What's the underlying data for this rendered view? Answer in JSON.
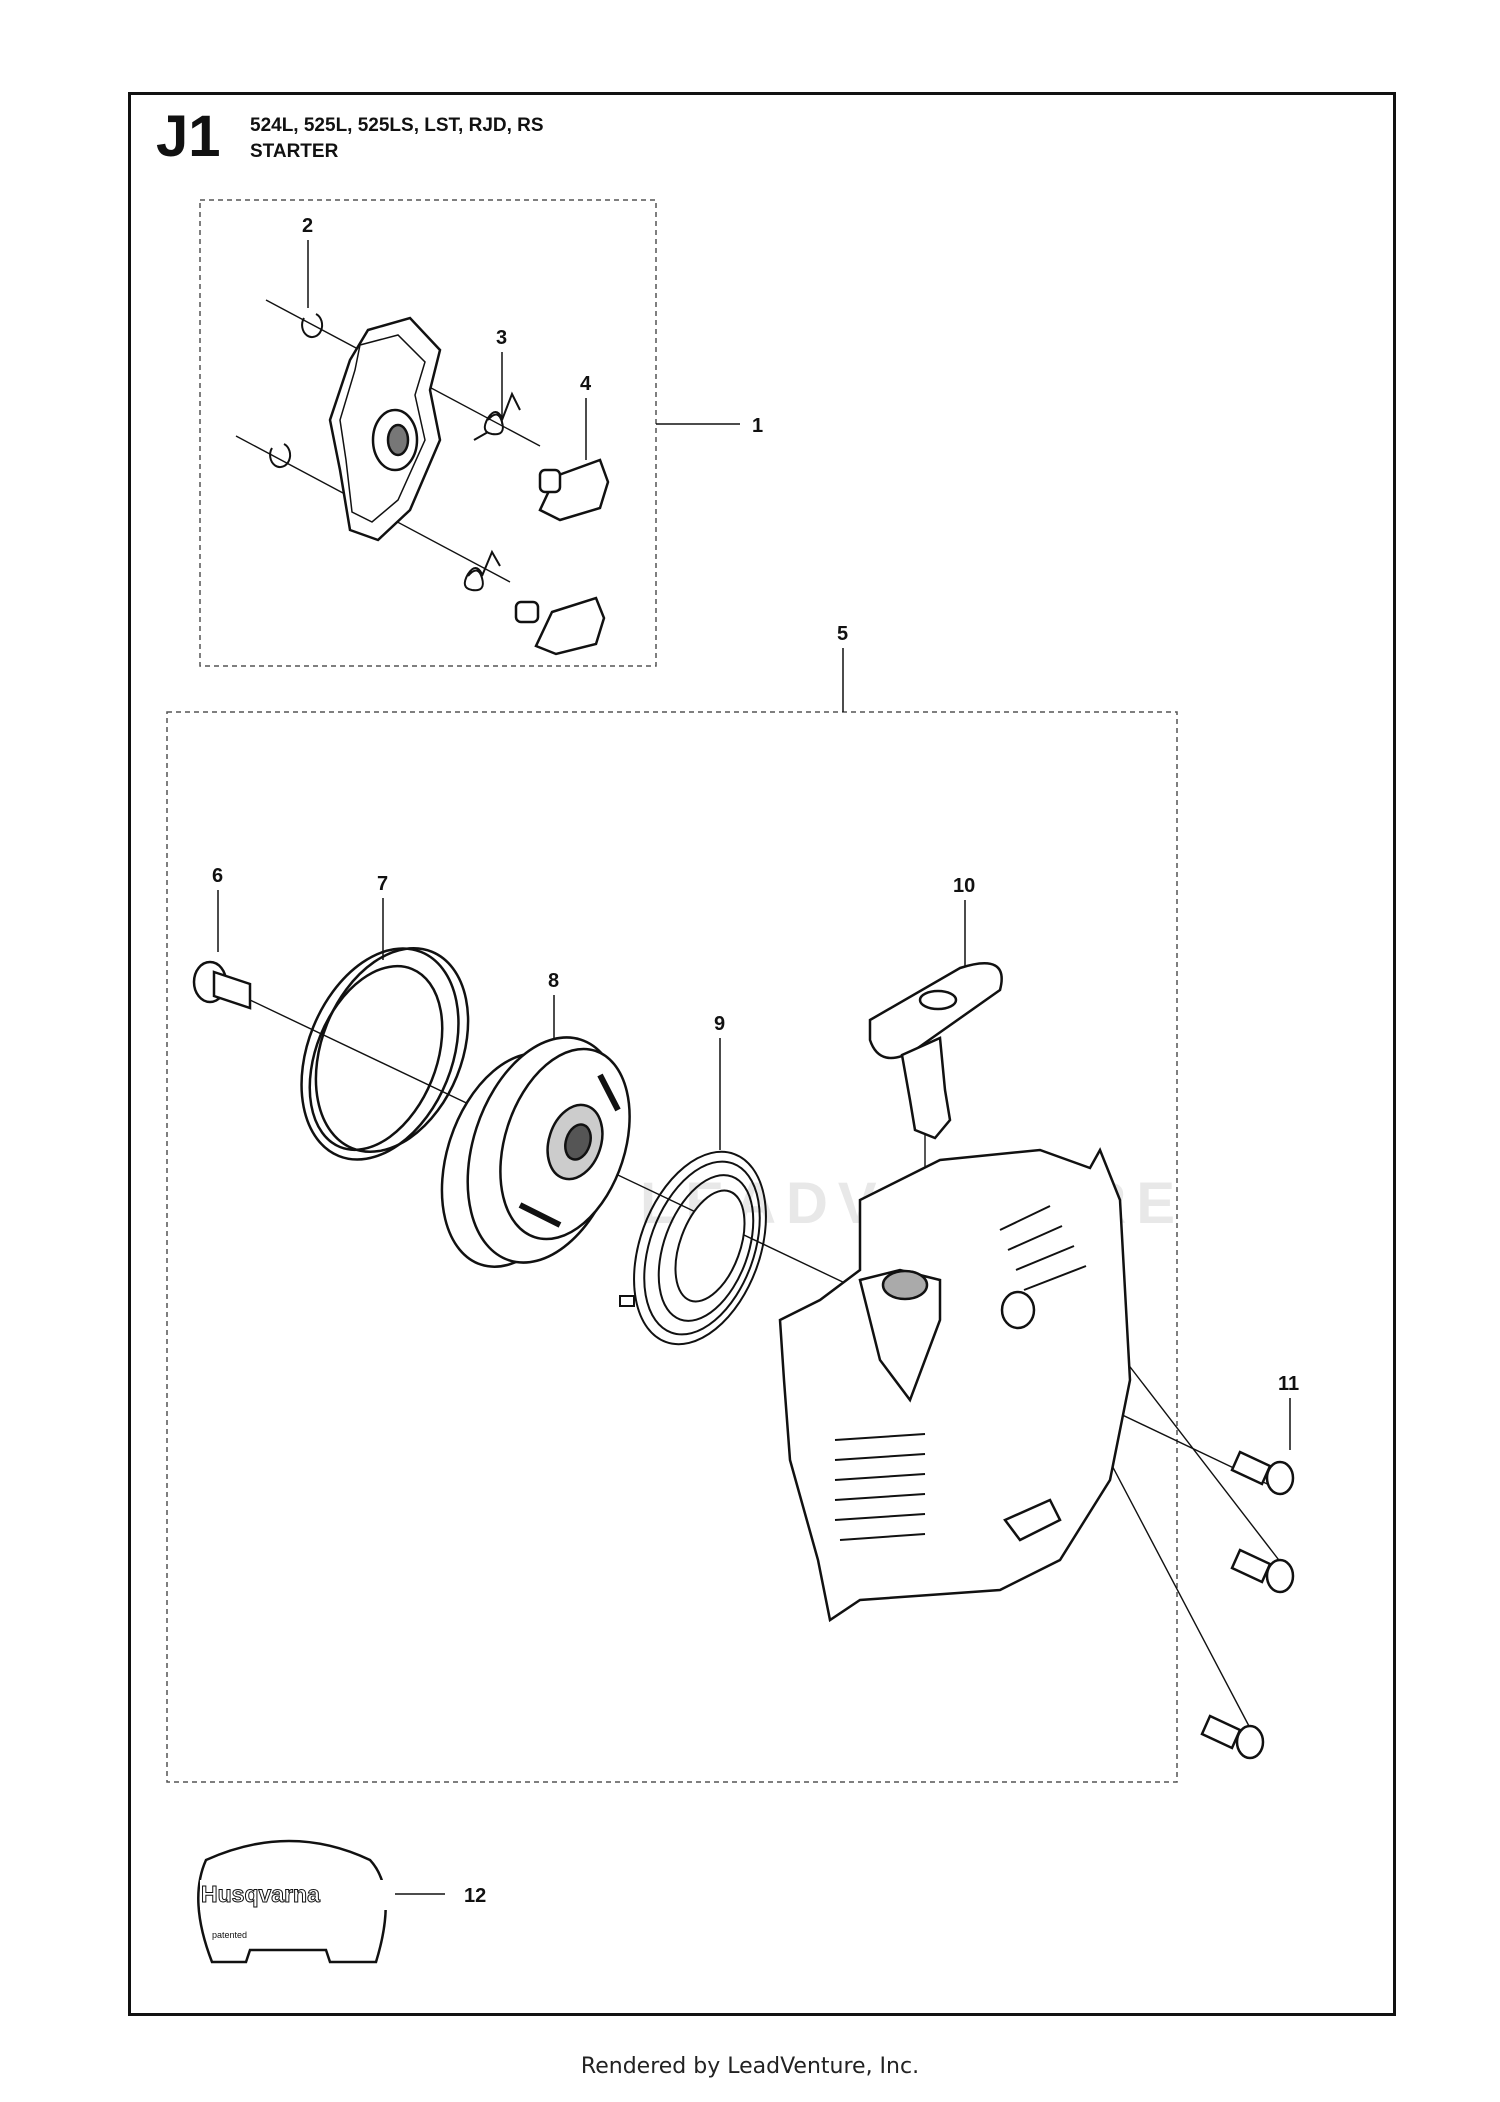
{
  "sheet": {
    "code": "J1",
    "models": "524L, 525L, 525LS, LST, RJD, RS",
    "title": "STARTER"
  },
  "callouts": [
    "1",
    "2",
    "3",
    "4",
    "5",
    "6",
    "7",
    "8",
    "9",
    "10",
    "11",
    "12"
  ],
  "decal": {
    "brand": "Husqvarna",
    "small_text": "patented"
  },
  "watermark": "LEADVENTURE",
  "footer": "Rendered by LeadVenture, Inc."
}
